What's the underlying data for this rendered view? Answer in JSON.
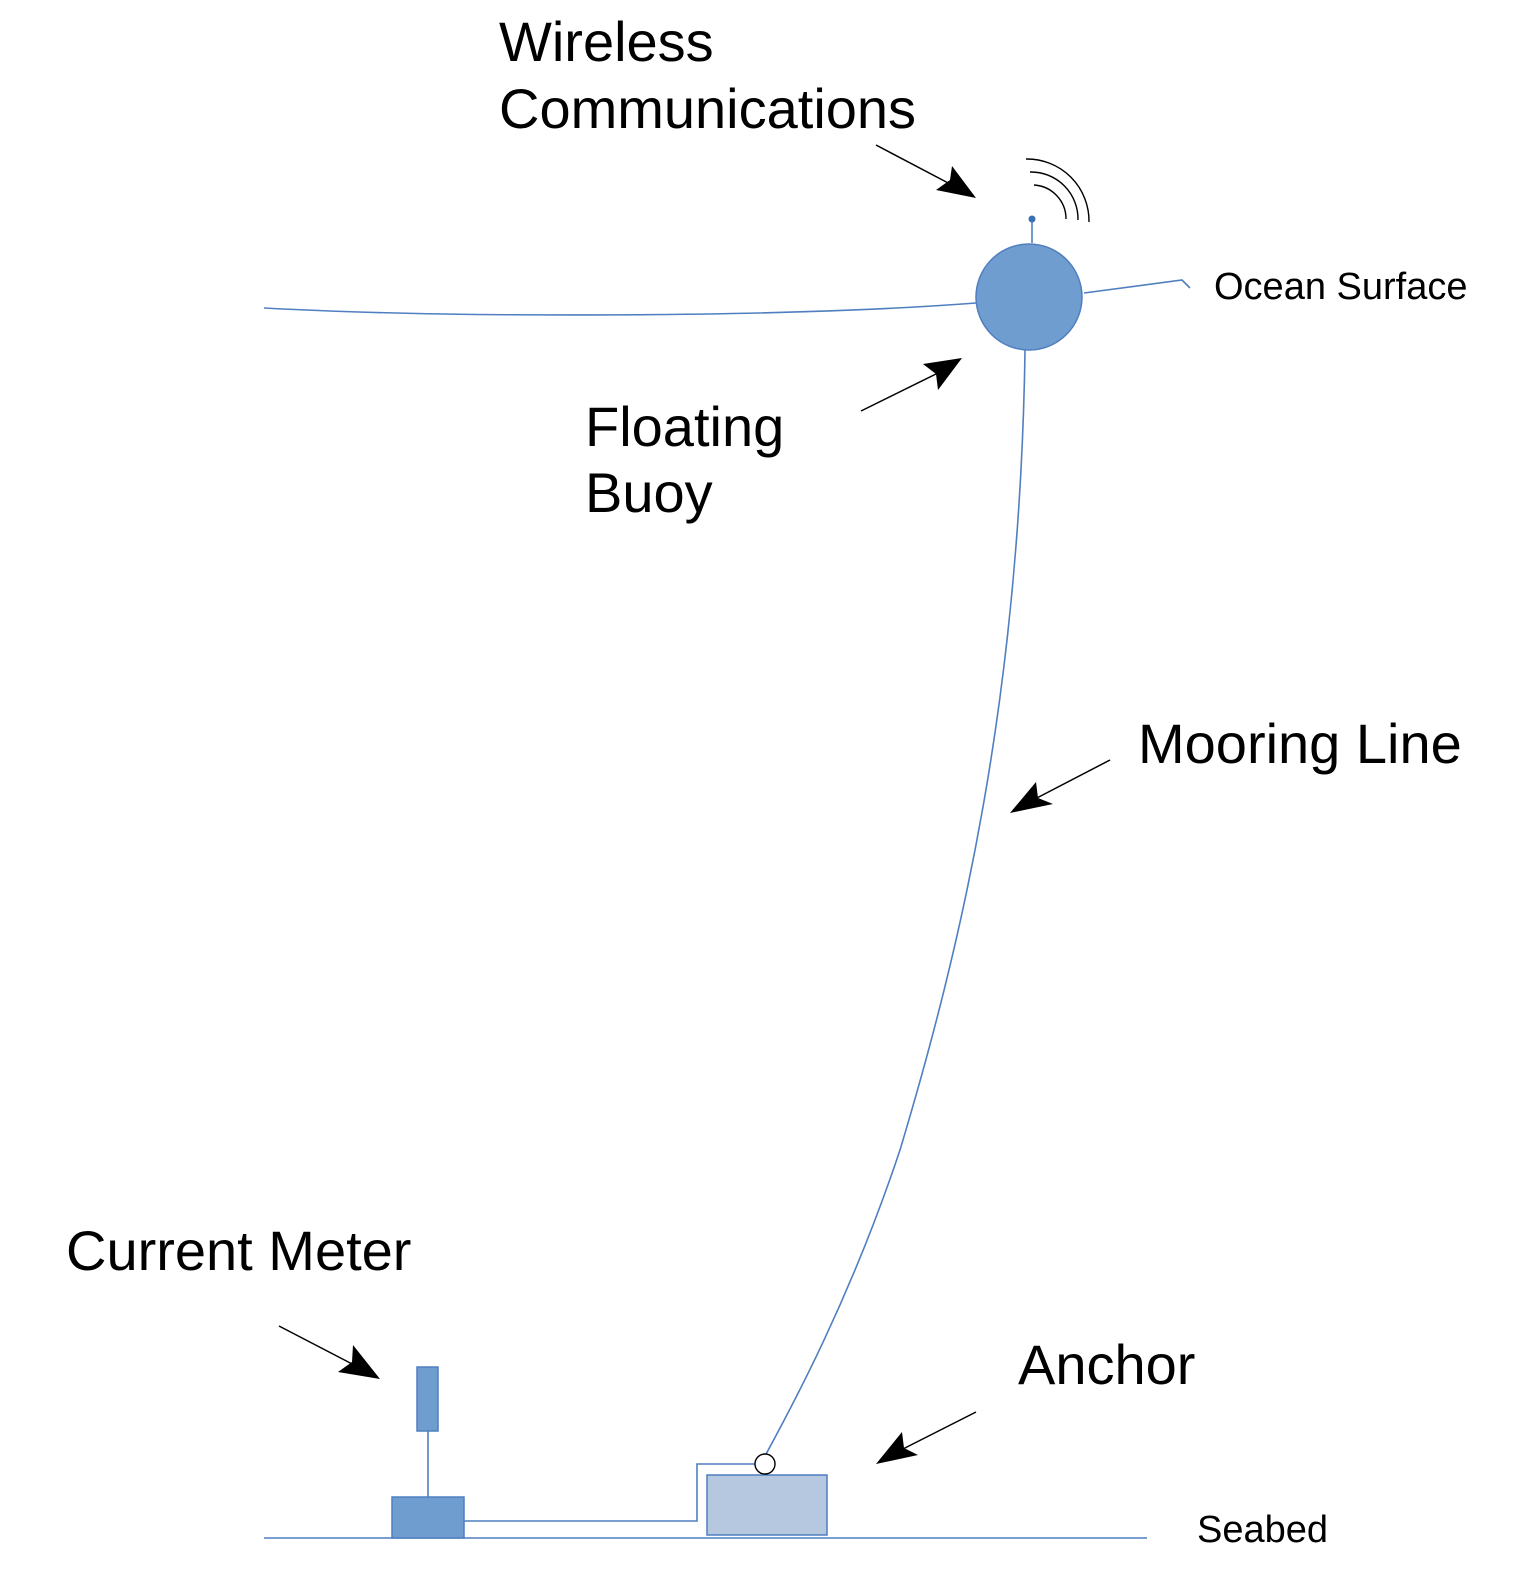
{
  "labels": {
    "wireless_line1": "Wireless",
    "wireless_line2": "Communications",
    "ocean_surface": "Ocean Surface",
    "floating_line1": "Floating",
    "floating_line2": "Buoy",
    "mooring_line": "Mooring Line",
    "current_meter": "Current Meter",
    "anchor": "Anchor",
    "seabed": "Seabed"
  },
  "colors": {
    "line_blue": "#4f7fc0",
    "buoy_fill": "#6f9dd0",
    "meter_fill": "#6f9dd0",
    "anchor_fill": "#b5c8e0",
    "arrow": "#000000",
    "text": "#000000"
  },
  "icons": {
    "wireless": "wifi-signal-arcs-icon"
  }
}
